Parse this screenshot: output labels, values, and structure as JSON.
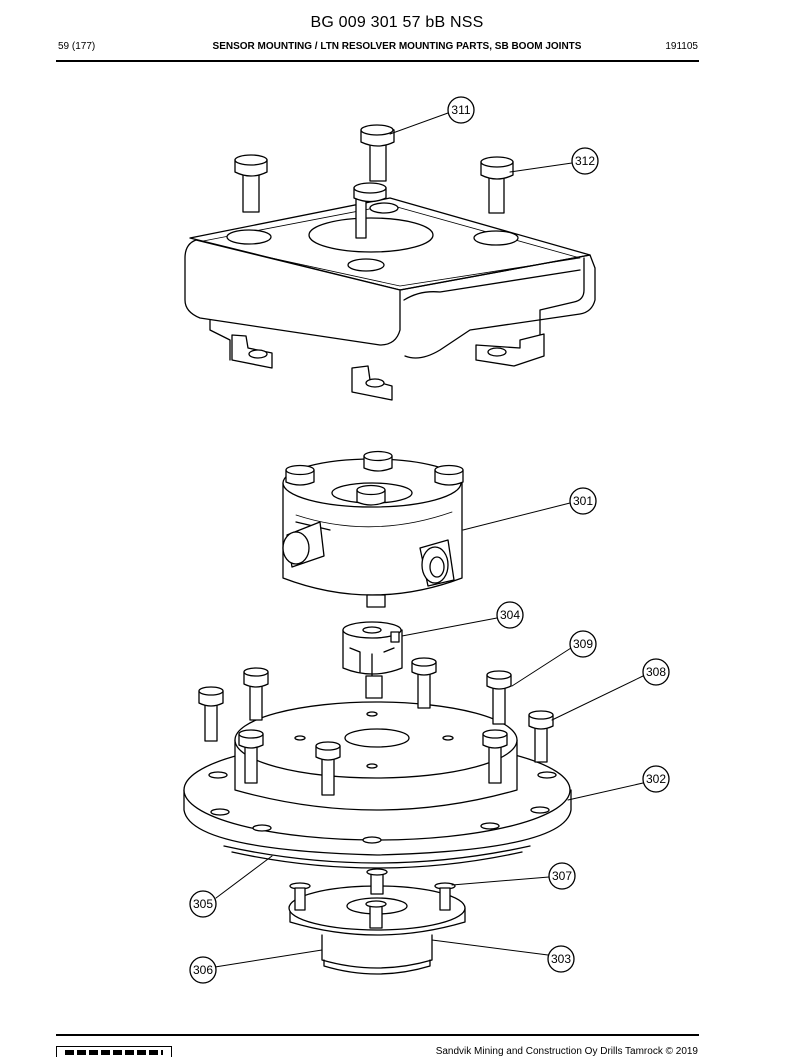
{
  "header": {
    "document_id": "BG 009 301 57 bB NSS",
    "page_number": "59 (177)",
    "title": "SENSOR MOUNTING / LTN RESOLVER MOUNTING PARTS, SB BOOM JOINTS",
    "date_code": "191105"
  },
  "drawing": {
    "callouts": [
      "311",
      "312",
      "301",
      "304",
      "309",
      "308",
      "302",
      "307",
      "305",
      "303",
      "306"
    ]
  },
  "footer": {
    "copyright": "Sandvik Mining and Construction Oy Drills Tamrock © 2019"
  }
}
